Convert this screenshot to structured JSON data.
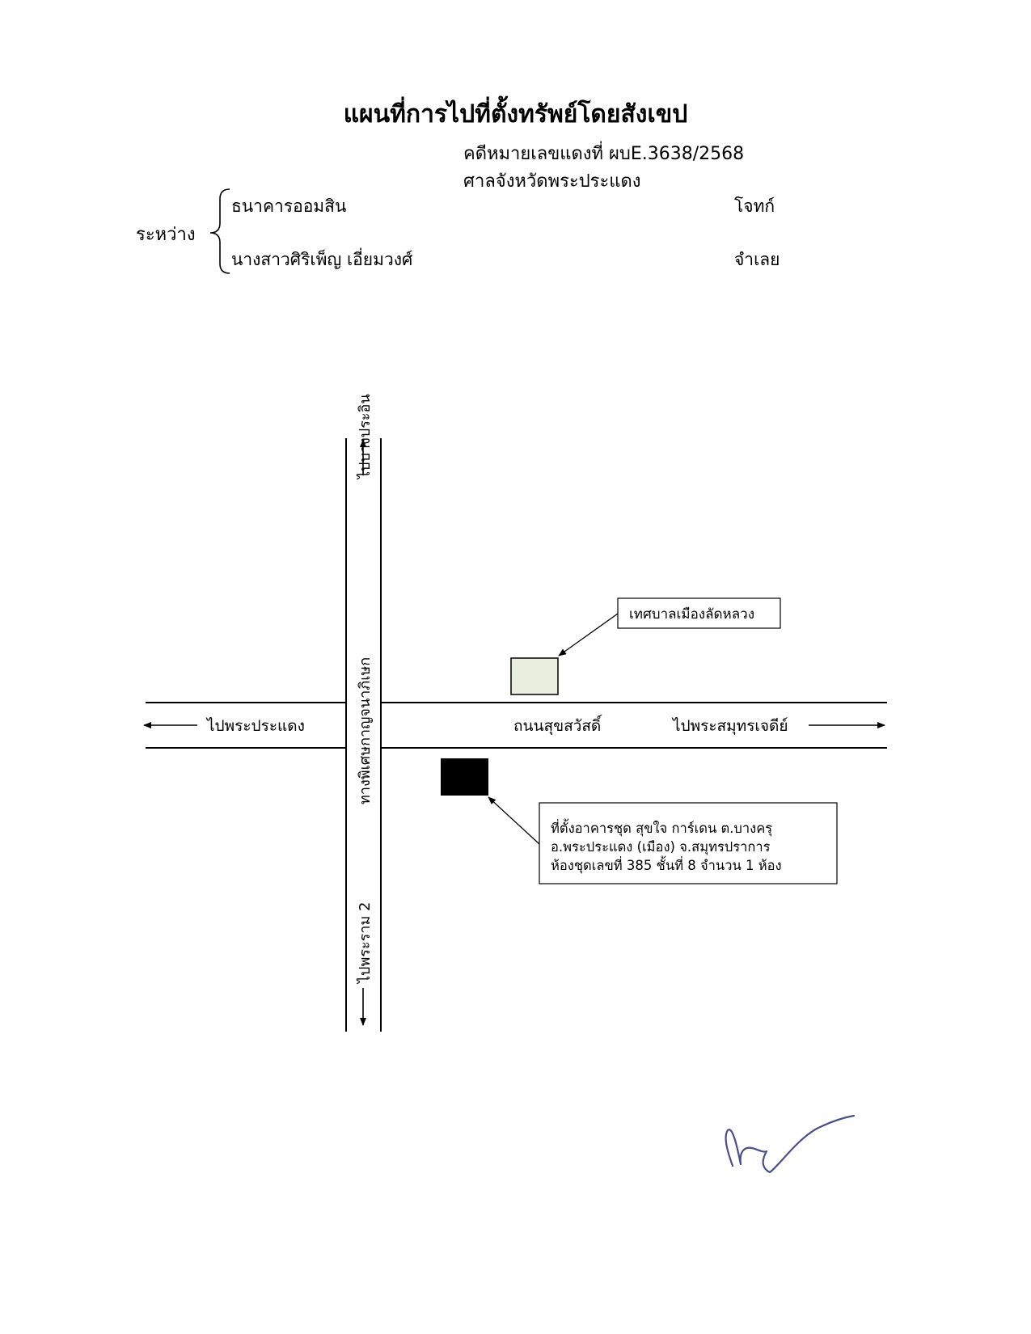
{
  "header": {
    "title": "แผนที่การไปที่ตั้งทรัพย์โดยสังเขป",
    "case_number": "คดีหมายเลขแดงที่ ผบE.3638/2568",
    "court": "ศาลจังหวัดพระประแดง"
  },
  "parties": {
    "between_label": "ระหว่าง",
    "plaintiff_name": "ธนาคารออมสิน",
    "plaintiff_role": "โจทก์",
    "defendant_name": "นางสาวศิริเพ็ญ เอี่ยมวงศ์",
    "defendant_role": "จำเลย"
  },
  "map": {
    "vertical_road_name": "ทางพิเศษกาญจนาภิเษก",
    "to_north": "ไปบางประอิน",
    "to_south": "ไปพระราม 2",
    "horizontal_road_name": "ถนนสุขสวัสดิ์",
    "to_west": "ไปพระประแดง",
    "to_east": "ไปพระสมุทรเจดีย์",
    "landmark_label": "เทศบาลเมืองลัดหลวง",
    "property_lines": [
      "ที่ตั้งอาคารชุด สุขใจ การ์เดน ต.บางครุ",
      "อ.พระประแดง (เมือง) จ.สมุทรปราการ",
      "ห้องชุดเลขที่ 385 ชั้นที่ 8 จำนวน 1 ห้อง"
    ],
    "colors": {
      "landmark_fill": "#ebefe0",
      "property_fill": "#000000",
      "signature_ink": "#4b4d8c"
    }
  }
}
